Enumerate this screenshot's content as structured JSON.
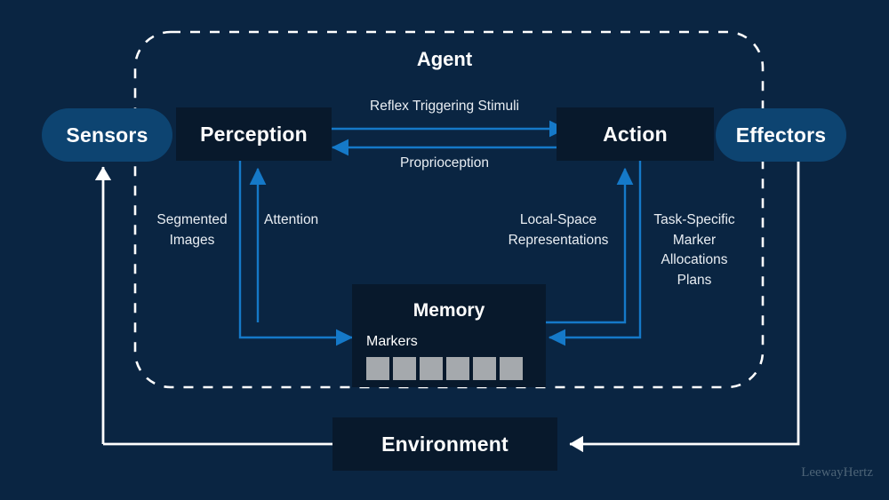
{
  "diagram": {
    "title": "Agent",
    "watermark": "LeewayHertz",
    "colors": {
      "background": "#0a2542",
      "box": "#08192c",
      "pill": "#0d4471",
      "blue_arrow": "#1579c8",
      "white_arrow": "#ffffff",
      "marker": "#a5a9ad",
      "text": "#ffffff"
    },
    "nodes": {
      "sensors": "Sensors",
      "perception": "Perception",
      "action": "Action",
      "effectors": "Effectors",
      "memory": "Memory",
      "environment": "Environment"
    },
    "memory": {
      "title": "Memory",
      "markers_label": "Markers",
      "marker_count": 6
    },
    "edges": {
      "reflex": "Reflex Triggering Stimuli",
      "proprioception": "Proprioception",
      "segmented_images": "Segmented\nImages",
      "attention": "Attention",
      "local_space": "Local-Space\nRepresentations",
      "task_specific": "Task-Specific\nMarker\nAllocations\nPlans"
    }
  }
}
